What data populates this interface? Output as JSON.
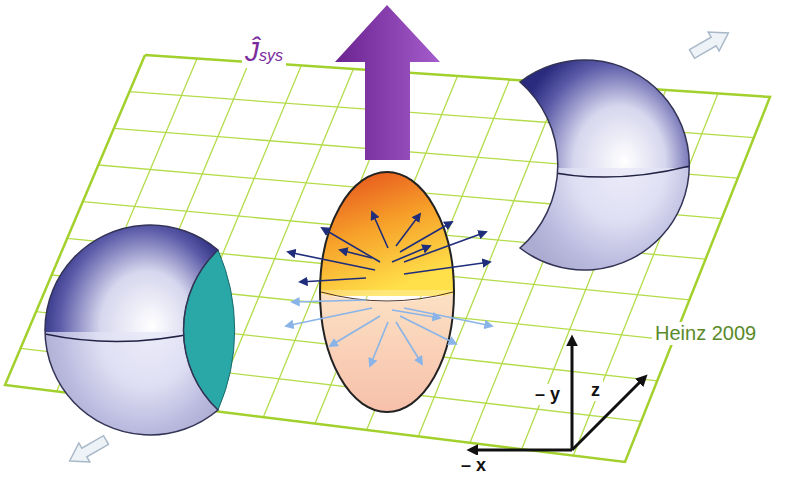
{
  "diagram": {
    "labels": [
      "Ĵsys",
      "Heinz 2009",
      "– y",
      "z",
      "– x"
    ]
  }
}
